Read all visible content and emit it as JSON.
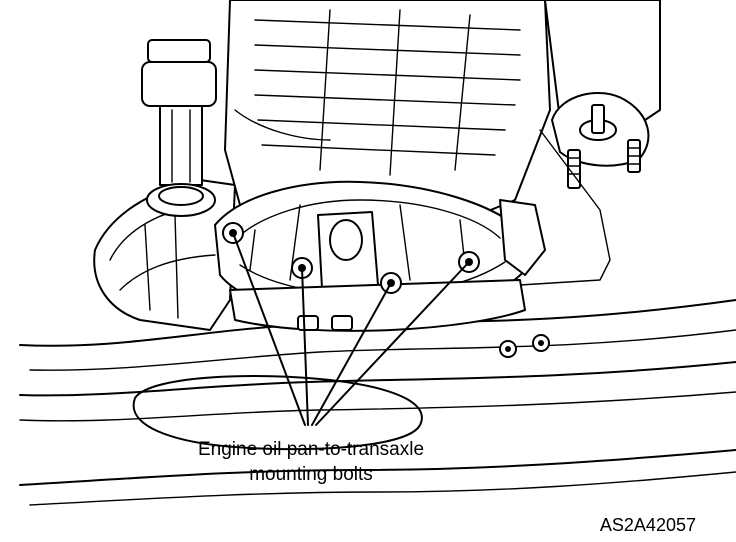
{
  "callout": {
    "line1": "Engine oil pan-to-transaxle",
    "line2": "mounting bolts"
  },
  "figure_code": "AS2A42057",
  "bolt_count": 4
}
